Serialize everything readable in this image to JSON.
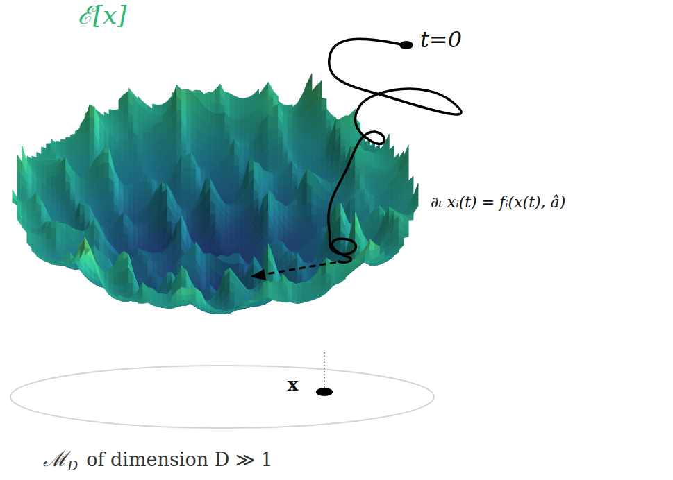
{
  "diagram": {
    "labels": [
      "ℰ[x]",
      "t=0",
      "∂ₜ xᵢ(t) = fᵢ(x(t), â)",
      "x",
      "ℳ",
      "D",
      "of dimension D ≫ 1"
    ]
  }
}
